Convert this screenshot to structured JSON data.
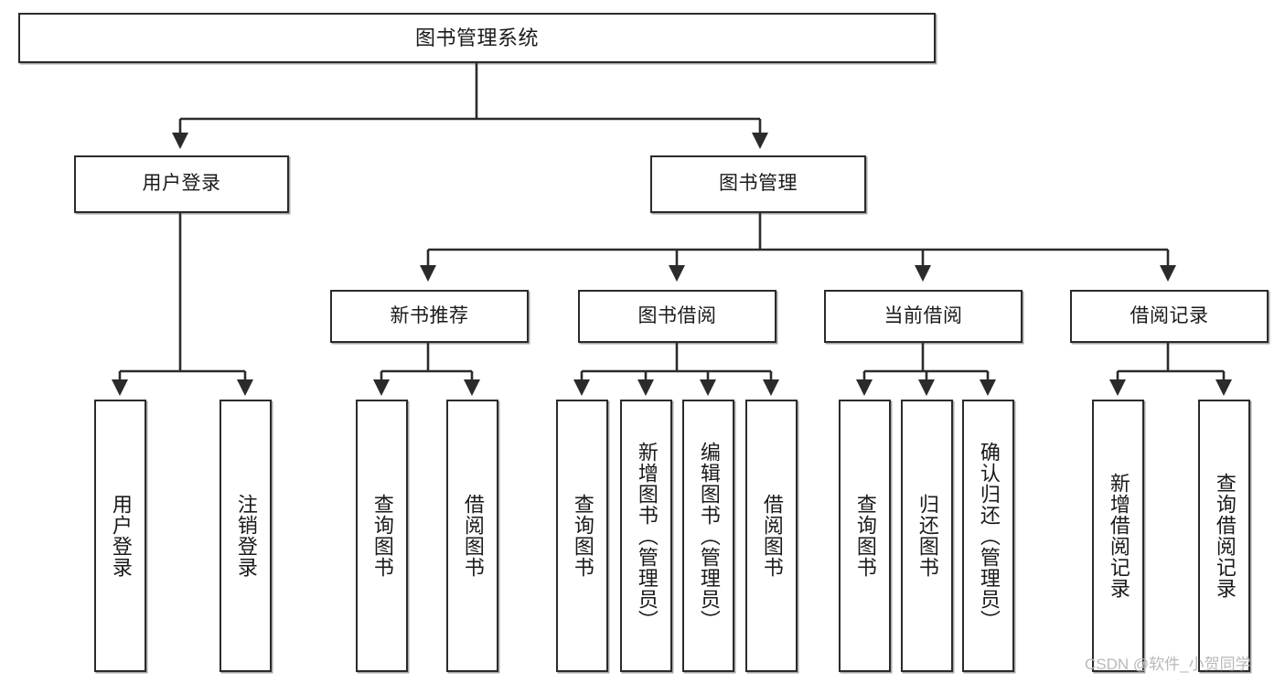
{
  "diagram": {
    "type": "tree",
    "title": "图书管理系统",
    "orientation": "top-down",
    "colors": {
      "box_border": "#2b2b2b",
      "box_fill": "#ffffff",
      "connector": "#2b2b2b",
      "text": "#1a1a1a",
      "watermark": "#b9b9b9"
    },
    "root": {
      "label": "图书管理系统"
    },
    "level2": [
      {
        "label": "用户登录"
      },
      {
        "label": "图书管理"
      }
    ],
    "level3": [
      {
        "label": "新书推荐"
      },
      {
        "label": "图书借阅"
      },
      {
        "label": "当前借阅"
      },
      {
        "label": "借阅记录"
      }
    ],
    "leaves": {
      "user_login": [
        {
          "label": "用户登录"
        },
        {
          "label": "注销登录"
        }
      ],
      "new_book_recommend": [
        {
          "label": "查询图书"
        },
        {
          "label": "借阅图书"
        }
      ],
      "book_borrow": [
        {
          "label": "查询图书"
        },
        {
          "label": "新增图书（管理员）"
        },
        {
          "label": "编辑图书（管理员）"
        },
        {
          "label": "借阅图书"
        }
      ],
      "current_borrow": [
        {
          "label": "查询图书"
        },
        {
          "label": "归还图书"
        },
        {
          "label": "确认归还（管理员）"
        }
      ],
      "borrow_record": [
        {
          "label": "新增借阅记录"
        },
        {
          "label": "查询借阅记录"
        }
      ]
    }
  },
  "watermark": {
    "text": "CSDN @软件_小贺同学"
  }
}
